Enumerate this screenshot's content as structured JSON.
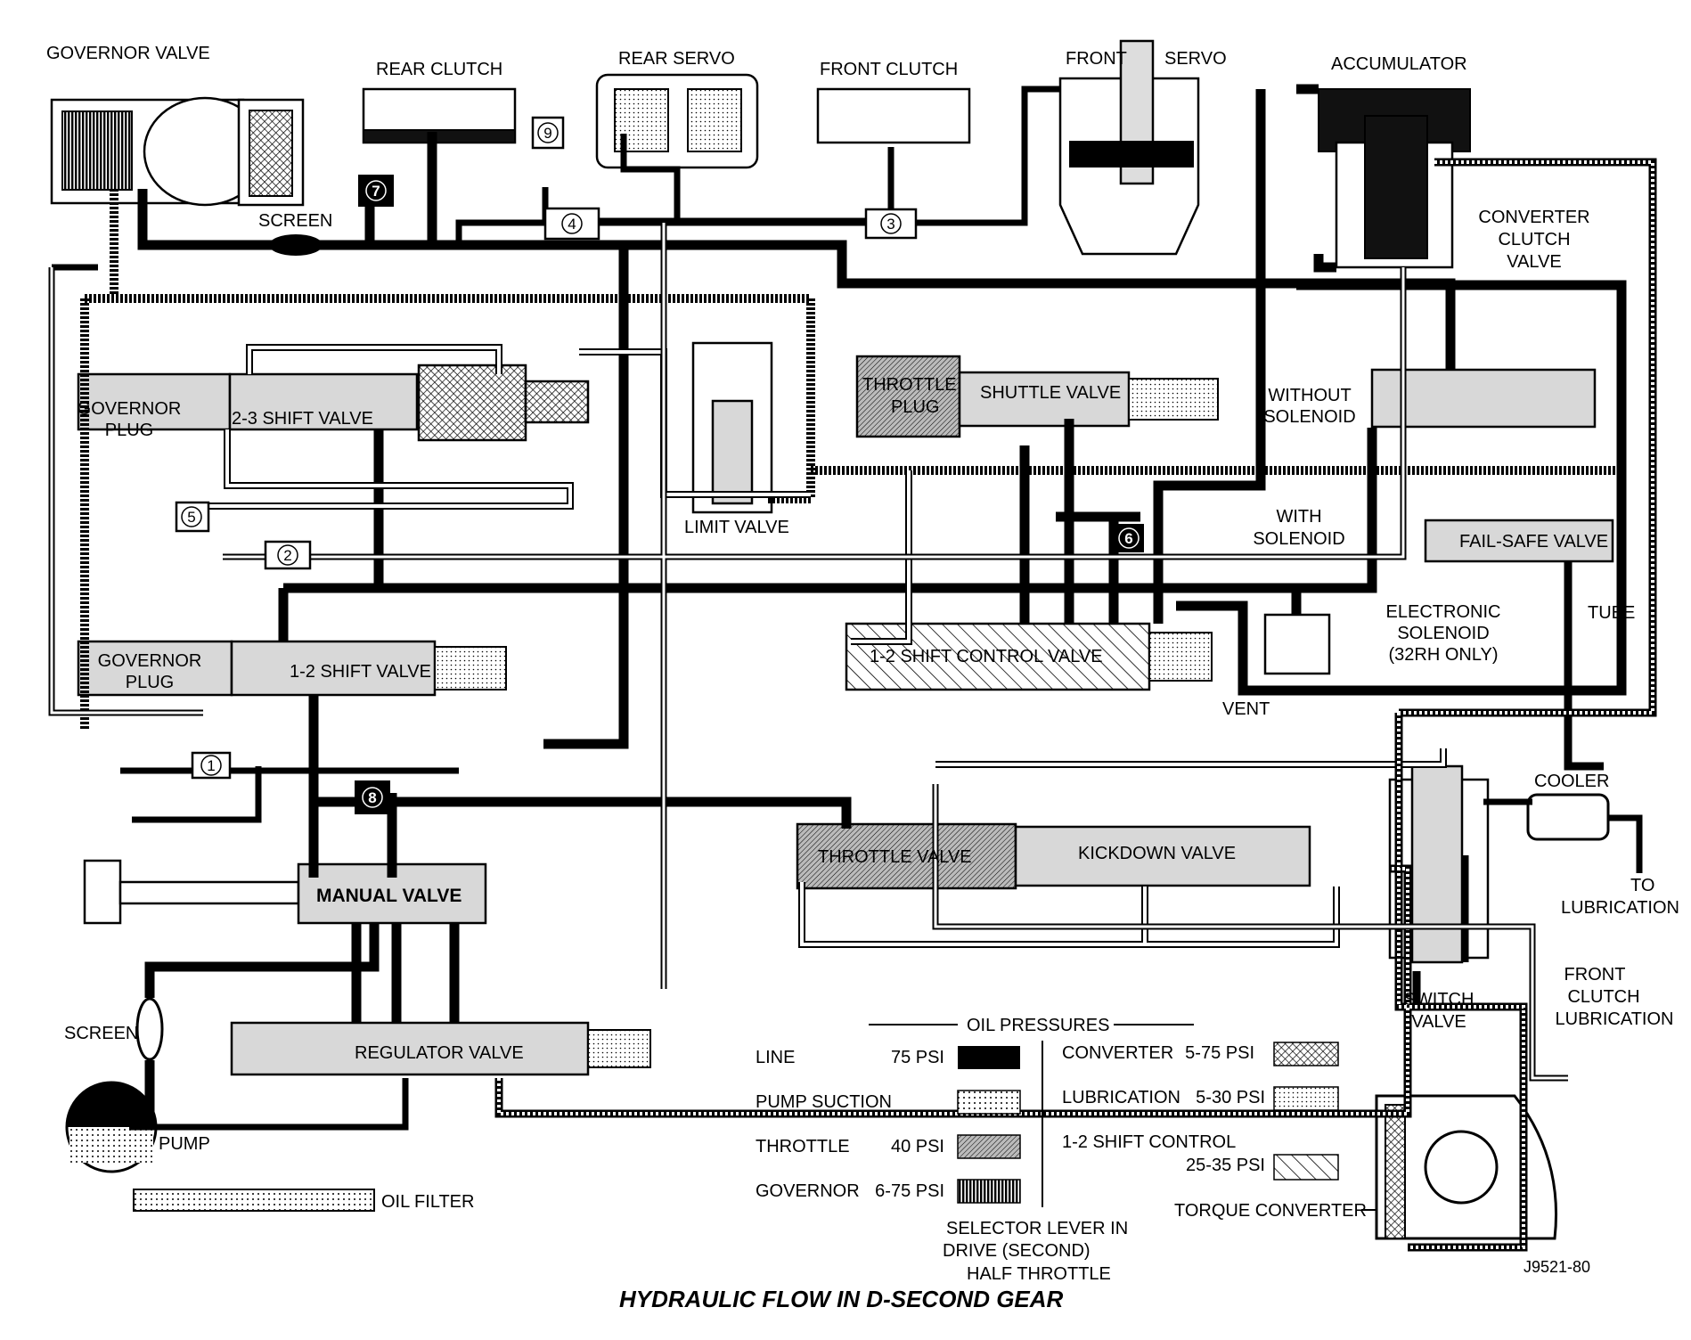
{
  "labels": {
    "governor_valve": "GOVERNOR VALVE",
    "rear_clutch": "REAR CLUTCH",
    "rear_servo": "REAR SERVO",
    "front_clutch": "FRONT CLUTCH",
    "front": "FRONT",
    "servo": "SERVO",
    "accumulator": "ACCUMULATOR",
    "screen_top": "SCREEN",
    "converter_l1": "CONVERTER",
    "converter_l2": "CLUTCH",
    "converter_l3": "VALVE",
    "governor_plug_top_l1": "GOVERNOR",
    "governor_plug_top_l2": "PLUG",
    "shift_23": "2-3 SHIFT VALVE",
    "limit_valve": "LIMIT VALVE",
    "throttle_plug_l1": "THROTTLE",
    "throttle_plug_l2": "PLUG",
    "shuttle_valve": "SHUTTLE VALVE",
    "without_l1": "WITHOUT",
    "without_l2": "SOLENOID",
    "with_l1": "WITH",
    "with_l2": "SOLENOID",
    "fail_safe": "FAIL-SAFE VALVE",
    "electronic_l1": "ELECTRONIC",
    "electronic_l2": "SOLENOID",
    "electronic_l3": "(32RH ONLY)",
    "tube": "TUBE",
    "governor_plug_low_l1": "GOVERNOR",
    "governor_plug_low_l2": "PLUG",
    "shift_12": "1-2 SHIFT VALVE",
    "shift_12_control": "1-2 SHIFT CONTROL VALVE",
    "vent": "VENT",
    "cooler": "COOLER",
    "to_l1": "TO",
    "to_l2": "LUBRICATION",
    "throttle_valve": "THROTTLE VALVE",
    "kickdown_valve": "KICKDOWN VALVE",
    "manual_valve": "MANUAL VALVE",
    "screen_low": "SCREEN",
    "regulator_valve": "REGULATOR VALVE",
    "pump": "PUMP",
    "oil_filter": "OIL FILTER",
    "switch_l1": "SWITCH",
    "switch_l2": "VALVE",
    "front_clutch_lub_l1": "FRONT",
    "front_clutch_lub_l2": "CLUTCH",
    "front_clutch_lub_l3": "LUBRICATION",
    "torque_converter": "TORQUE CONVERTER",
    "selector_l1": "SELECTOR LEVER IN",
    "selector_l2": "DRIVE (SECOND)",
    "selector_l3": "HALF THROTTLE",
    "figure_id": "J9521-80",
    "title": "HYDRAULIC FLOW IN D-SECOND GEAR"
  },
  "circuit_numbers": [
    "1",
    "2",
    "3",
    "4",
    "5",
    "6",
    "7",
    "8",
    "9"
  ],
  "legend": {
    "heading": "OIL PRESSURES",
    "left": [
      {
        "name": "LINE",
        "value": "75 PSI",
        "pattern": "solid"
      },
      {
        "name": "PUMP SUCTION",
        "value": "",
        "pattern": "dots"
      },
      {
        "name": "THROTTLE",
        "value": "40 PSI",
        "pattern": "fine-hatch"
      },
      {
        "name": "GOVERNOR",
        "value": "6-75 PSI",
        "pattern": "vertical-bars"
      }
    ],
    "right": [
      {
        "name": "CONVERTER",
        "value": "5-75 PSI",
        "pattern": "cross-hatch"
      },
      {
        "name": "LUBRICATION",
        "value": "5-30 PSI",
        "pattern": "light-dots"
      },
      {
        "name": "1-2 SHIFT CONTROL",
        "value": "25-35 PSI",
        "pattern": "diagonal"
      }
    ]
  },
  "colors": {
    "ink": "#000000",
    "paper": "#ffffff",
    "valve_fill": "#d8d8d8"
  }
}
